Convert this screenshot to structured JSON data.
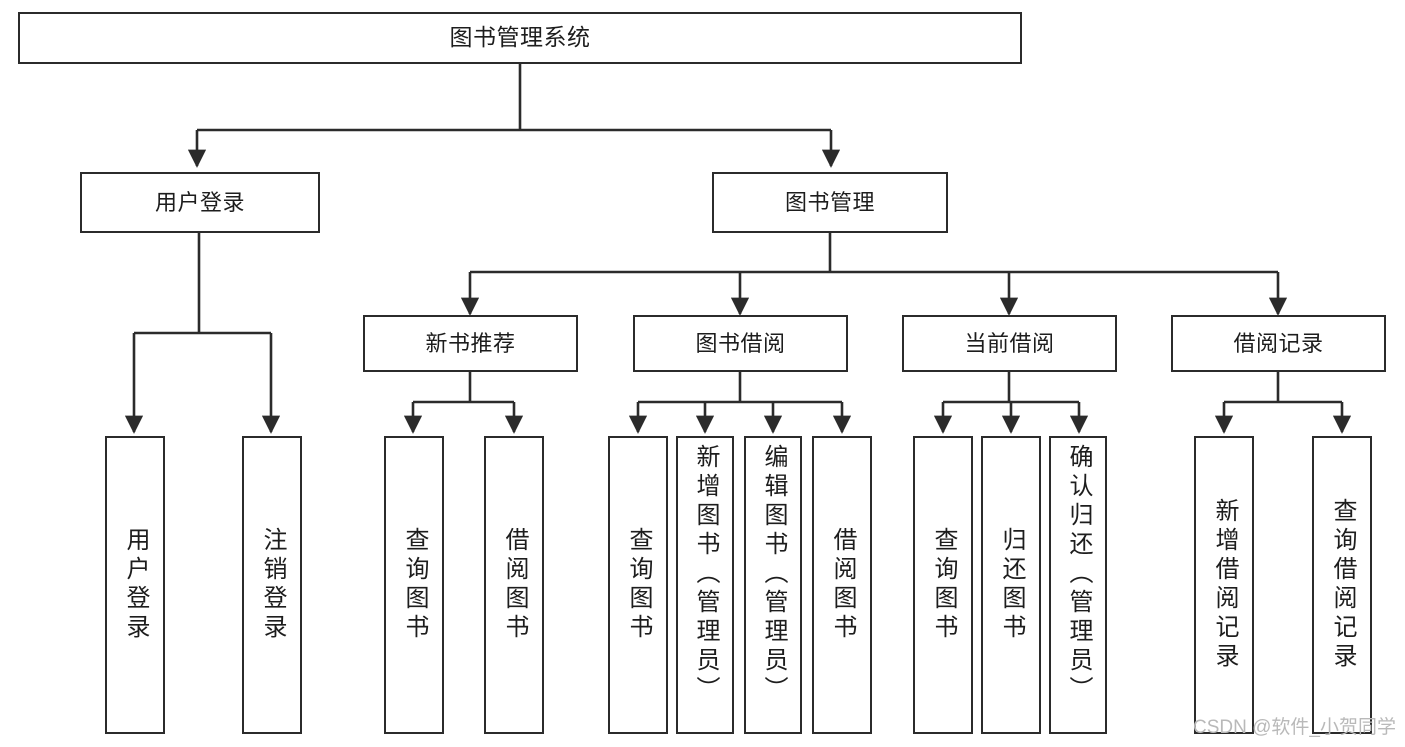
{
  "diagram": {
    "title": "图书管理系统",
    "type": "tree-hierarchy-diagram",
    "watermark": "CSDN @软件_小贺同学",
    "colors": {
      "box_border": "#2b2b2b",
      "box_fill": "#ffffff",
      "connector": "#2b2b2b",
      "text": "#1d1d1d",
      "watermark": "#b9b9b9",
      "background": "#ffffff"
    },
    "root": {
      "label": "图书管理系统"
    },
    "level1": [
      {
        "label": "用户登录"
      },
      {
        "label": "图书管理"
      }
    ],
    "level2": [
      {
        "label": "新书推荐"
      },
      {
        "label": "图书借阅"
      },
      {
        "label": "当前借阅"
      },
      {
        "label": "借阅记录"
      }
    ],
    "leaves": {
      "user_login": [
        {
          "label": "用户登录"
        },
        {
          "label": "注销登录"
        }
      ],
      "new_book_recommend": [
        {
          "label": "查询图书"
        },
        {
          "label": "借阅图书"
        }
      ],
      "book_borrow": [
        {
          "label": "查询图书"
        },
        {
          "label": "新增图书（管理员）"
        },
        {
          "label": "编辑图书（管理员）"
        },
        {
          "label": "借阅图书"
        }
      ],
      "current_borrow": [
        {
          "label": "查询图书"
        },
        {
          "label": "归还图书"
        },
        {
          "label": "确认归还（管理员）"
        }
      ],
      "borrow_record": [
        {
          "label": "新增借阅记录"
        },
        {
          "label": "查询借阅记录"
        }
      ]
    }
  }
}
